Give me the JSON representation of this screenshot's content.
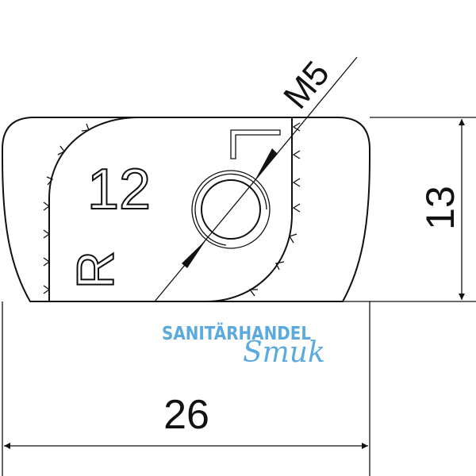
{
  "drawing": {
    "thread_label": "M5",
    "stamp_number": "12",
    "stamp_letter": "R",
    "height_dimension": "13",
    "width_dimension": "26"
  },
  "watermark": {
    "line1": "SANITÄRHANDEL",
    "line2": "Smuk",
    "color": "#5aaae0"
  }
}
